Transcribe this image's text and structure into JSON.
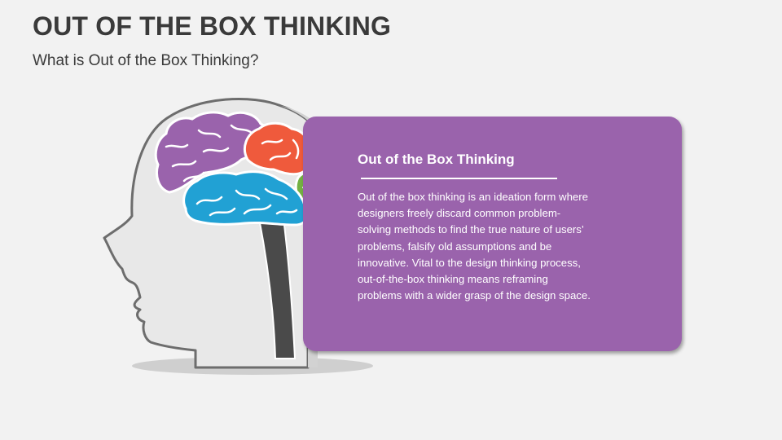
{
  "slide": {
    "title": "OUT OF THE BOX THINKING",
    "subtitle": "What is Out of the Box Thinking?"
  },
  "info_panel": {
    "heading": "Out of the Box Thinking",
    "body": "Out of the box thinking is an ideation form where designers freely discard common problem-solving methods to find the true nature of users’ problems, falsify old assumptions and be innovative. Vital to the design thinking process, out-of-the-box thinking means reframing problems with a wider grasp of the design space."
  },
  "colors": {
    "panel": "#9a63ac",
    "brain_purple": "#9a63ac",
    "brain_orange": "#ef5a3c",
    "brain_blue": "#21a1d4",
    "brain_green": "#74b043",
    "head_fill": "#e8e8e8",
    "head_outline": "#6d6d6d"
  },
  "icons": [
    "head-silhouette-icon",
    "brain-icon"
  ]
}
